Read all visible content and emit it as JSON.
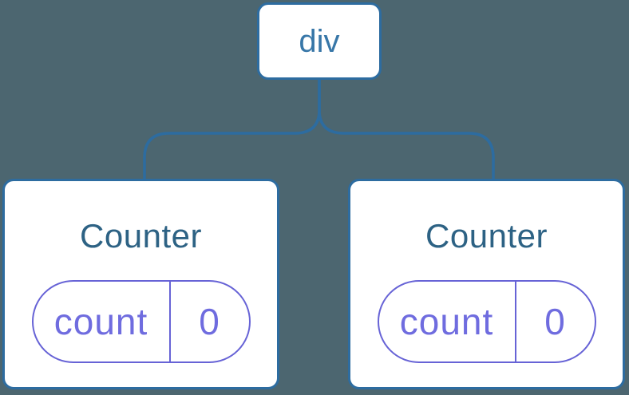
{
  "diagram": {
    "root": {
      "label": "div"
    },
    "children": [
      {
        "title": "Counter",
        "state": {
          "key": "count",
          "value": "0"
        }
      },
      {
        "title": "Counter",
        "state": {
          "key": "count",
          "value": "0"
        }
      }
    ],
    "colors": {
      "background": "#4c6670",
      "connector": "#2d6ca0",
      "node_border": "#2d6ca0",
      "root_label": "#3877a8",
      "card_title": "#2d6284",
      "state_accent": "#6763d6",
      "state_text": "#6f6cdf",
      "node_fill": "#ffffff"
    }
  }
}
